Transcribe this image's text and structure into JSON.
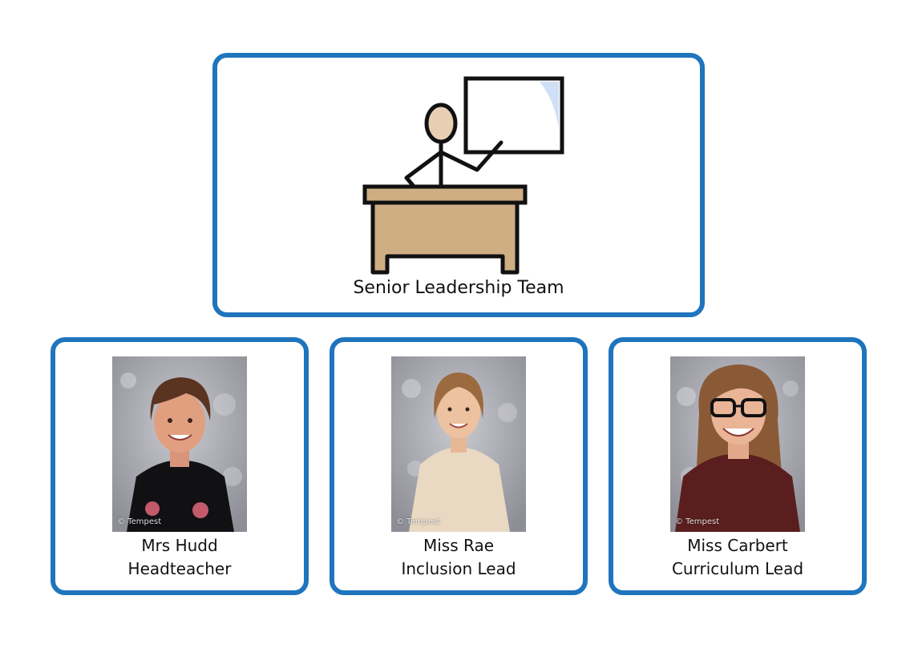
{
  "header": {
    "title": "Senior Leadership Team",
    "icon": "teacher-at-desk-symbol"
  },
  "colors": {
    "card_border": "#1f74be",
    "background": "#ffffff",
    "desk": "#cfae84"
  },
  "staff": [
    {
      "name": "Mrs Hudd",
      "role": "Headteacher",
      "photo_credit": "© Tempest",
      "icon": "headteacher-photo"
    },
    {
      "name": "Miss Rae",
      "role": "Inclusion Lead",
      "photo_credit": "© Tempest",
      "icon": "inclusion-lead-photo"
    },
    {
      "name": "Miss Carbert",
      "role": "Curriculum Lead",
      "photo_credit": "© Tempest",
      "icon": "curriculum-lead-photo"
    }
  ]
}
